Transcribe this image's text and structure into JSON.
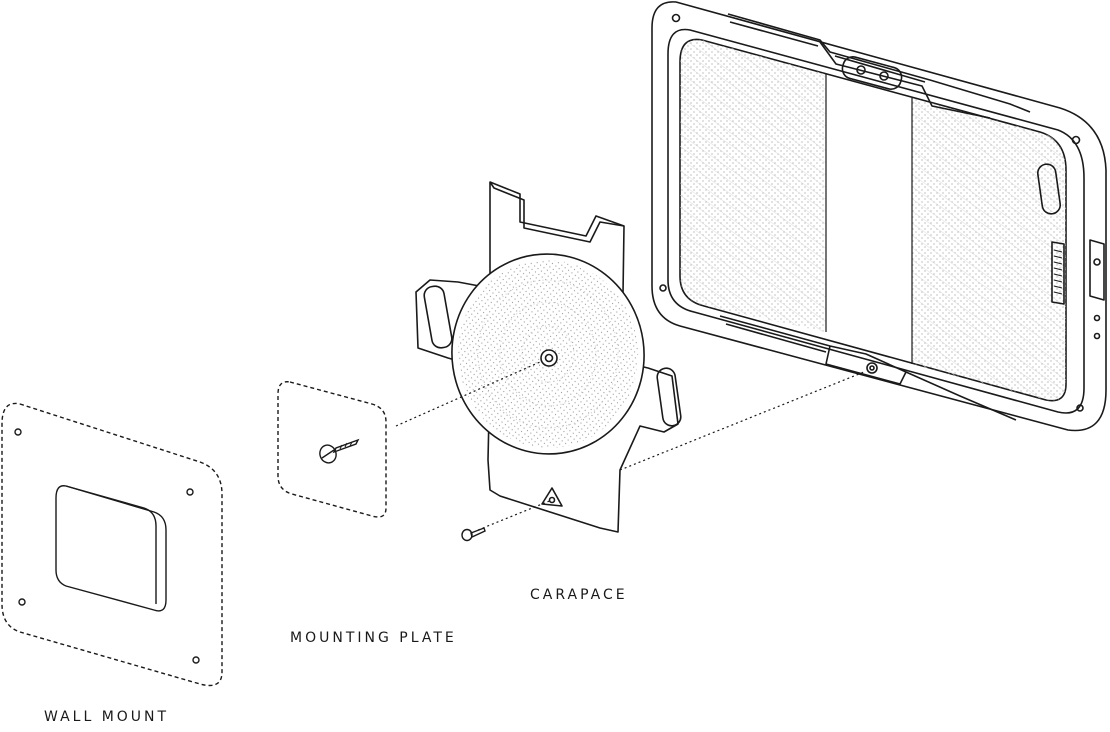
{
  "labels": {
    "carapace": "CARAPACE",
    "mounting_plate": "MOUNTING PLATE",
    "wall_mount": "WALL MOUNT"
  },
  "colors": {
    "line": "#1a1a1a",
    "background": "#ffffff",
    "texture": "#9a9a9a"
  },
  "icons": {
    "screw": "screw-icon",
    "dotted_connector": "dotted-connector"
  }
}
